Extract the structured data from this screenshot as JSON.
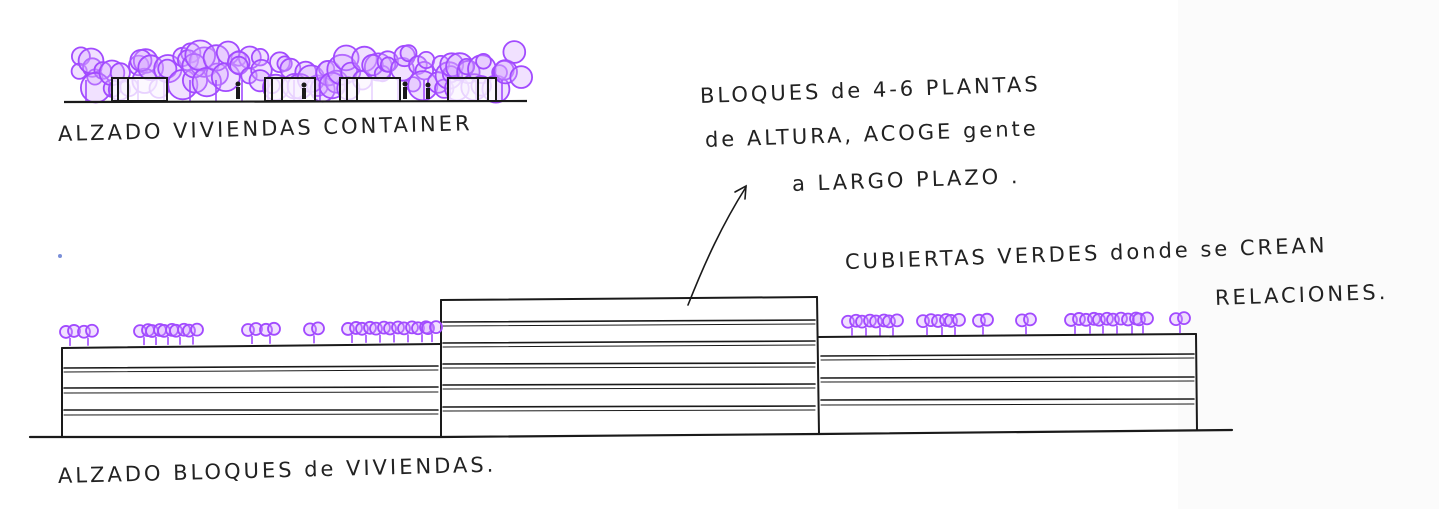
{
  "labels": {
    "container_elevation": "ALZADO VIVIENDAS CONTAINER",
    "blocks_elevation": "ALZADO BLOQUES de VIVIENDAS.",
    "tall_block_note": [
      "BLOQUES de 4-6 PLANTAS",
      "de ALTURA, ACOGE gente",
      "a LARGO PLAZO ."
    ],
    "green_roof_note": [
      "CUBIERTAS VERDES donde se CREAN",
      "RELACIONES."
    ]
  },
  "colors": {
    "ink": "#1a1a1a",
    "trees": "#a24bff",
    "paper": "#ffffff"
  }
}
